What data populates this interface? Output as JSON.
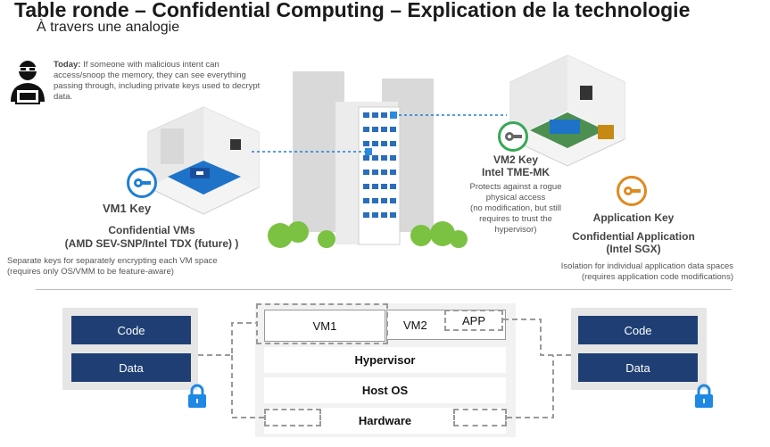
{
  "header": {
    "title": "Table ronde – Confidential Computing – Explication de la technologie",
    "subtitle": "À travers une analogie"
  },
  "today": {
    "label": "Today:",
    "text": "If someone with malicious intent can access/snoop the memory, they can see everything passing through, including private keys used to decrypt data."
  },
  "vm1": {
    "key_label": "VM1  Key",
    "heading": "Confidential VMs",
    "subheading": "(AMD SEV-SNP/Intel TDX (future) )",
    "desc_line1": "Separate keys for separately encrypting each VM space",
    "desc_line2": "(requires only OS/VMM to be feature-aware)"
  },
  "vm2": {
    "key_label": "VM2 Key",
    "tech": "Intel TME-MK",
    "desc_line1": "Protects against a rogue",
    "desc_line2": "physical access",
    "desc_line3": "(no modification, but still",
    "desc_line4": "requires to trust the",
    "desc_line5": "hypervisor)"
  },
  "app": {
    "key_label": "Application Key",
    "heading": "Confidential Application",
    "subheading": "(Intel SGX)",
    "desc_line1": "Isolation for individual application data spaces",
    "desc_line2": "(requires application code modifications)"
  },
  "stack": {
    "left_code": "Code",
    "left_data": "Data",
    "right_code": "Code",
    "right_data": "Data",
    "vm1": "VM1",
    "vm2": "VM2",
    "app": "APP",
    "hypervisor": "Hypervisor",
    "host_os": "Host OS",
    "hardware": "Hardware"
  },
  "colors": {
    "navy": "#1f3f74",
    "vm1_key": "#1e7fd6",
    "vm2_key": "#35a853",
    "app_key": "#e08a1e",
    "lock": "#1e88e5"
  }
}
